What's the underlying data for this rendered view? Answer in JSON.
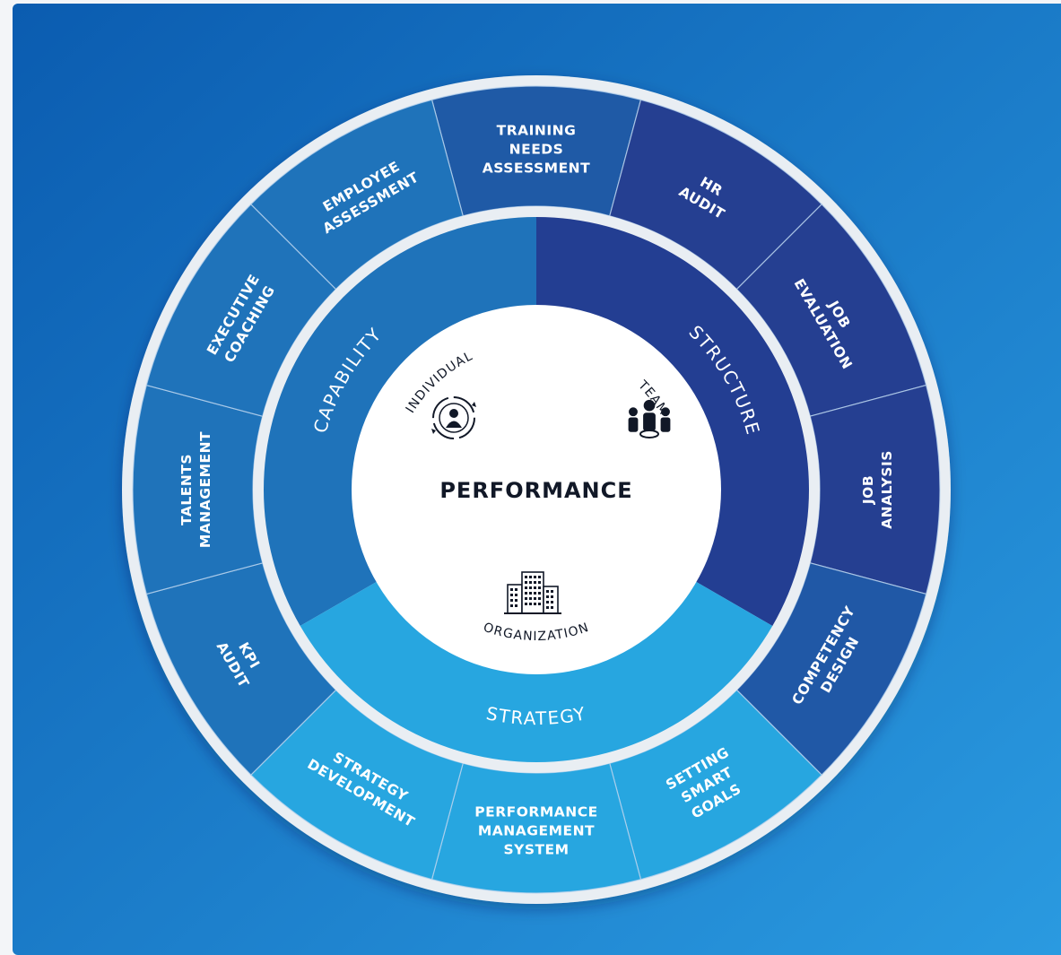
{
  "center": {
    "title": "PERFORMANCE",
    "individual": "INDIVIDUAL",
    "team": "TEAM",
    "organization": "ORGANIZATION"
  },
  "inner_ring": [
    {
      "label": "CAPABILITY",
      "color": "#1f73ba"
    },
    {
      "label": "STRUCTURE",
      "color": "#233e92"
    },
    {
      "label": "STRATEGY",
      "color": "#27a6e0"
    }
  ],
  "outer_ring": [
    {
      "lines": [
        "TRAINING",
        "NEEDS",
        "ASSESSMENT"
      ],
      "color": "#1f5aa6"
    },
    {
      "lines": [
        "HR",
        "AUDIT"
      ],
      "color": "#253f91"
    },
    {
      "lines": [
        "JOB",
        "EVALUATION"
      ],
      "color": "#253f91"
    },
    {
      "lines": [
        "JOB",
        "ANALYSIS"
      ],
      "color": "#253f91"
    },
    {
      "lines": [
        "COMPETENCY",
        "DESIGN"
      ],
      "color": "#2058a6"
    },
    {
      "lines": [
        "SETTING",
        "SMART",
        "GOALS"
      ],
      "color": "#27a6e0"
    },
    {
      "lines": [
        "PERFORMANCE",
        "MANAGEMENT",
        "SYSTEM"
      ],
      "color": "#27a6e0"
    },
    {
      "lines": [
        "STRATEGY",
        "DEVELOPMENT"
      ],
      "color": "#27a6e0"
    },
    {
      "lines": [
        "KPI",
        "AUDIT"
      ],
      "color": "#1f73ba"
    },
    {
      "lines": [
        "TALENTS",
        "MANAGEMENT"
      ],
      "color": "#1f73ba"
    },
    {
      "lines": [
        "EXECUTIVE",
        "COACHING"
      ],
      "color": "#1f73ba"
    },
    {
      "lines": [
        "EMPLOYEE",
        "ASSESSMENT"
      ],
      "color": "#1f73ba"
    }
  ],
  "colors": {
    "background_start": "#0b5cb0",
    "background_end": "#2a9ae0",
    "ring_border": "#e9eef3",
    "center_fill": "#ffffff"
  },
  "icons": [
    "individual-person-icon",
    "team-group-icon",
    "organization-building-icon"
  ]
}
